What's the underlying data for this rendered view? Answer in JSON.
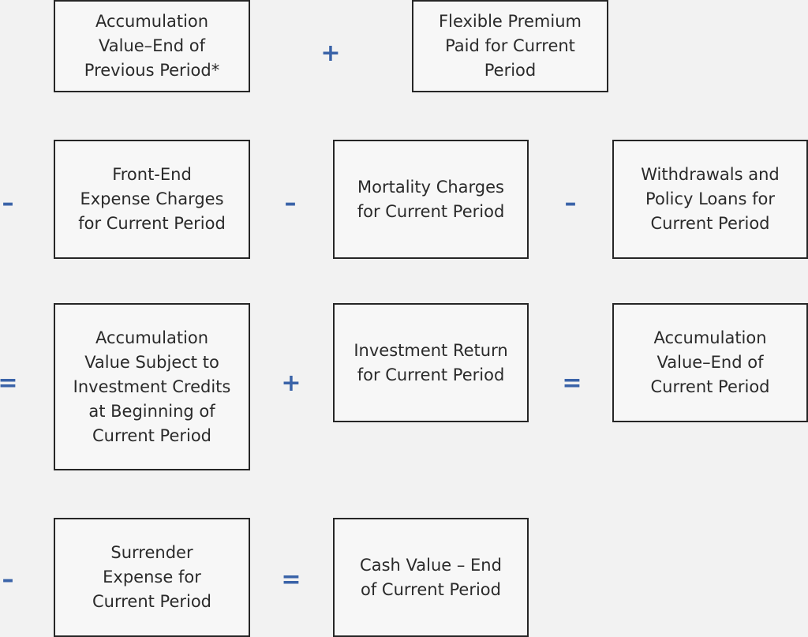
{
  "diagram": {
    "boxes": {
      "prev_value": "Accumulation\nValue–End of\nPrevious Period*",
      "flexible_premium": "Flexible Premium\nPaid for Current\nPeriod",
      "front_end": "Front-End\nExpense Charges\nfor Current Period",
      "mortality": "Mortality Charges\nfor Current Period",
      "withdrawals": "Withdrawals and\nPolicy Loans for\nCurrent Period",
      "subject_to_credits": "Accumulation\nValue Subject to\nInvestment Credits\nat Beginning of\nCurrent Period",
      "investment_return": "Investment Return\nfor Current Period",
      "end_value": "Accumulation\nValue–End of\nCurrent Period",
      "surrender": "Surrender\nExpense for\nCurrent Period",
      "cash_value": "Cash Value – End\nof Current Period"
    },
    "operators": {
      "row1_plus": "+",
      "row2_minus_left": "–",
      "row2_minus_mid": "–",
      "row2_minus_right": "–",
      "row3_equals_left": "=",
      "row3_plus": "+",
      "row3_equals_right": "=",
      "row4_minus": "–",
      "row4_equals": "="
    }
  }
}
